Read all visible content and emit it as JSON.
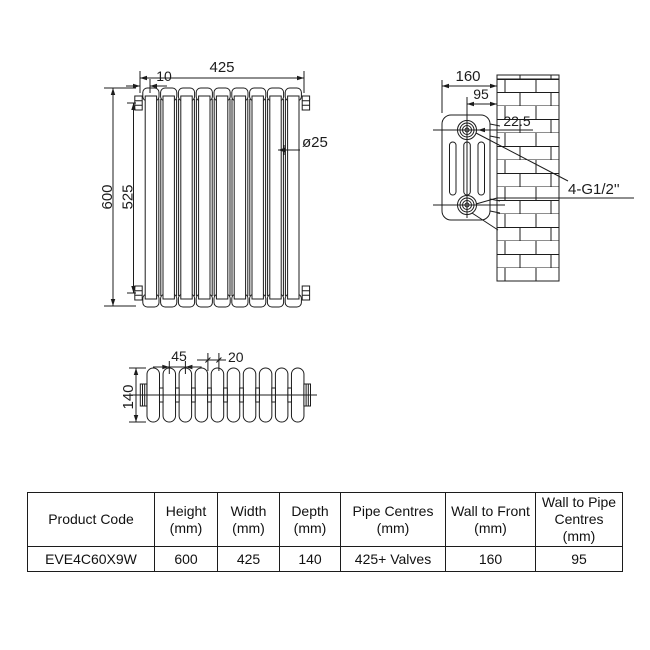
{
  "drawing": {
    "front": {
      "sections": 9,
      "dim_width": "425",
      "dim_end_offset": "10",
      "dim_height": "600",
      "dim_pipe_centres_vertical": "525",
      "dim_column_diameter": "ø25"
    },
    "side": {
      "dim_wall_to_front": "160",
      "dim_wall_to_pipe_centre": "95",
      "dim_offset": "22.5",
      "tappings_label": "4-G1/2''"
    },
    "top": {
      "columns": 10,
      "dim_section_pitch": "45",
      "dim_column_width": "20",
      "dim_depth": "140"
    }
  },
  "table": {
    "headers": [
      "Product Code",
      "Height\n(mm)",
      "Width\n(mm)",
      "Depth\n(mm)",
      "Pipe Centres\n(mm)",
      "Wall to Front\n(mm)",
      "Wall to Pipe\nCentres\n(mm)"
    ],
    "row": [
      "EVE4C60X9W",
      "600",
      "425",
      "140",
      "425+ Valves",
      "160",
      "95"
    ]
  },
  "colors": {
    "line": "#1c1c1c",
    "background": "#ffffff"
  }
}
